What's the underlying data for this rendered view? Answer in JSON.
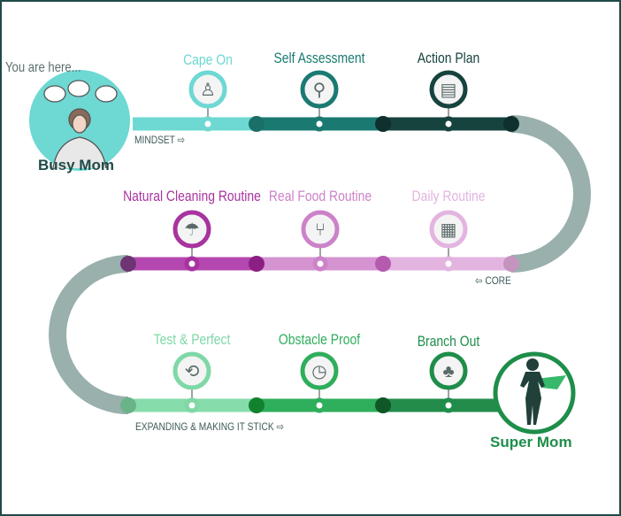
{
  "header": {
    "you_are_here": "You are here..."
  },
  "start": {
    "label": "Busy Mom",
    "color": "#1f4a47",
    "bg": "#6ed8d3"
  },
  "end": {
    "label": "Super Mom",
    "color": "#1e8e4a"
  },
  "sections": {
    "mindset": "MINDSET ⇨",
    "core": "⇦ CORE",
    "expanding": "EXPANDING & MAKING IT STICK ⇨"
  },
  "steps": [
    {
      "label": "Cape On",
      "icon": "superhero-icon",
      "color": "#6ed8d3"
    },
    {
      "label": "Self Assessment",
      "icon": "mirror-icon",
      "color": "#1a7a72"
    },
    {
      "label": "Action Plan",
      "icon": "clapperboard-icon",
      "color": "#16433e"
    },
    {
      "label": "Daily Routine",
      "icon": "calendar-icon",
      "color": "#e3b4e0"
    },
    {
      "label": "Real Food Routine",
      "icon": "cutlery-icon",
      "color": "#cc82c9"
    },
    {
      "label": "Natural Cleaning Routine",
      "icon": "cleaning-icon",
      "color": "#a8339f"
    },
    {
      "label": "Test & Perfect",
      "icon": "cycle-icon",
      "color": "#7fd8a6"
    },
    {
      "label": "Obstacle Proof",
      "icon": "clock-cycle-icon",
      "color": "#2fae5c"
    },
    {
      "label": "Branch Out",
      "icon": "tree-icon",
      "color": "#1e8e4a"
    }
  ],
  "track_color": "#99b0ad"
}
